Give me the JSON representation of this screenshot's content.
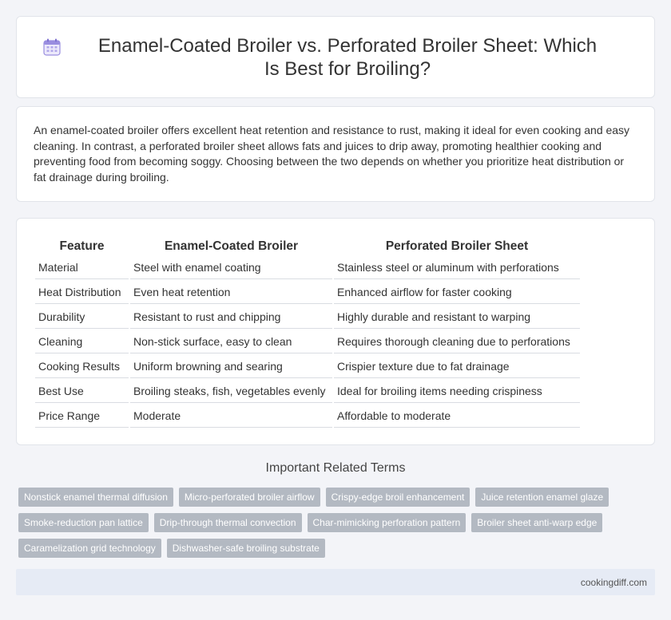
{
  "header": {
    "title": "Enamel-Coated Broiler vs. Perforated Broiler Sheet: Which Is Best for Broiling?",
    "icon": "calendar-icon"
  },
  "intro": {
    "text": "An enamel-coated broiler offers excellent heat retention and resistance to rust, making it ideal for even cooking and easy cleaning. In contrast, a perforated broiler sheet allows fats and juices to drip away, promoting healthier cooking and preventing food from becoming soggy. Choosing between the two depends on whether you prioritize heat distribution or fat drainage during broiling."
  },
  "table": {
    "headers": [
      "Feature",
      "Enamel-Coated Broiler",
      "Perforated Broiler Sheet"
    ],
    "rows": [
      [
        "Material",
        "Steel with enamel coating",
        "Stainless steel or aluminum with perforations"
      ],
      [
        "Heat Distribution",
        "Even heat retention",
        "Enhanced airflow for faster cooking"
      ],
      [
        "Durability",
        "Resistant to rust and chipping",
        "Highly durable and resistant to warping"
      ],
      [
        "Cleaning",
        "Non-stick surface, easy to clean",
        "Requires thorough cleaning due to perforations"
      ],
      [
        "Cooking Results",
        "Uniform browning and searing",
        "Crispier texture due to fat drainage"
      ],
      [
        "Best Use",
        "Broiling steaks, fish, vegetables evenly",
        "Ideal for broiling items needing crispiness"
      ],
      [
        "Price Range",
        "Moderate",
        "Affordable to moderate"
      ]
    ]
  },
  "related": {
    "title": "Important Related Terms",
    "tags": [
      [
        "Nonstick enamel thermal diffusion",
        "Micro-perforated broiler airflow",
        "Crispy-edge broil enhancement",
        "Juice retention enamel glaze"
      ],
      [
        "Smoke-reduction pan lattice",
        "Drip-through thermal convection",
        "Char-mimicking perforation pattern",
        "Broiler sheet anti-warp edge"
      ],
      [
        "Caramelization grid technology",
        "Dishwasher-safe broiling substrate"
      ]
    ]
  },
  "footer": {
    "site": "cookingdiff.com"
  },
  "colors": {
    "background": "#f3f4f8",
    "tag": "#b3b9c2",
    "footer": "#e6ebf5",
    "icon": "#8f7fd8"
  }
}
